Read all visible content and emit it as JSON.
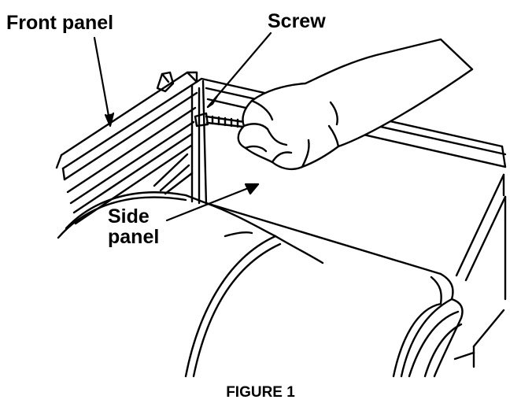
{
  "labels": {
    "front_panel": "Front panel",
    "screw": "Screw",
    "side_panel": "Side panel"
  },
  "caption": "FIGURE 1",
  "colors": {
    "ink": "#000000",
    "background": "#ffffff"
  }
}
